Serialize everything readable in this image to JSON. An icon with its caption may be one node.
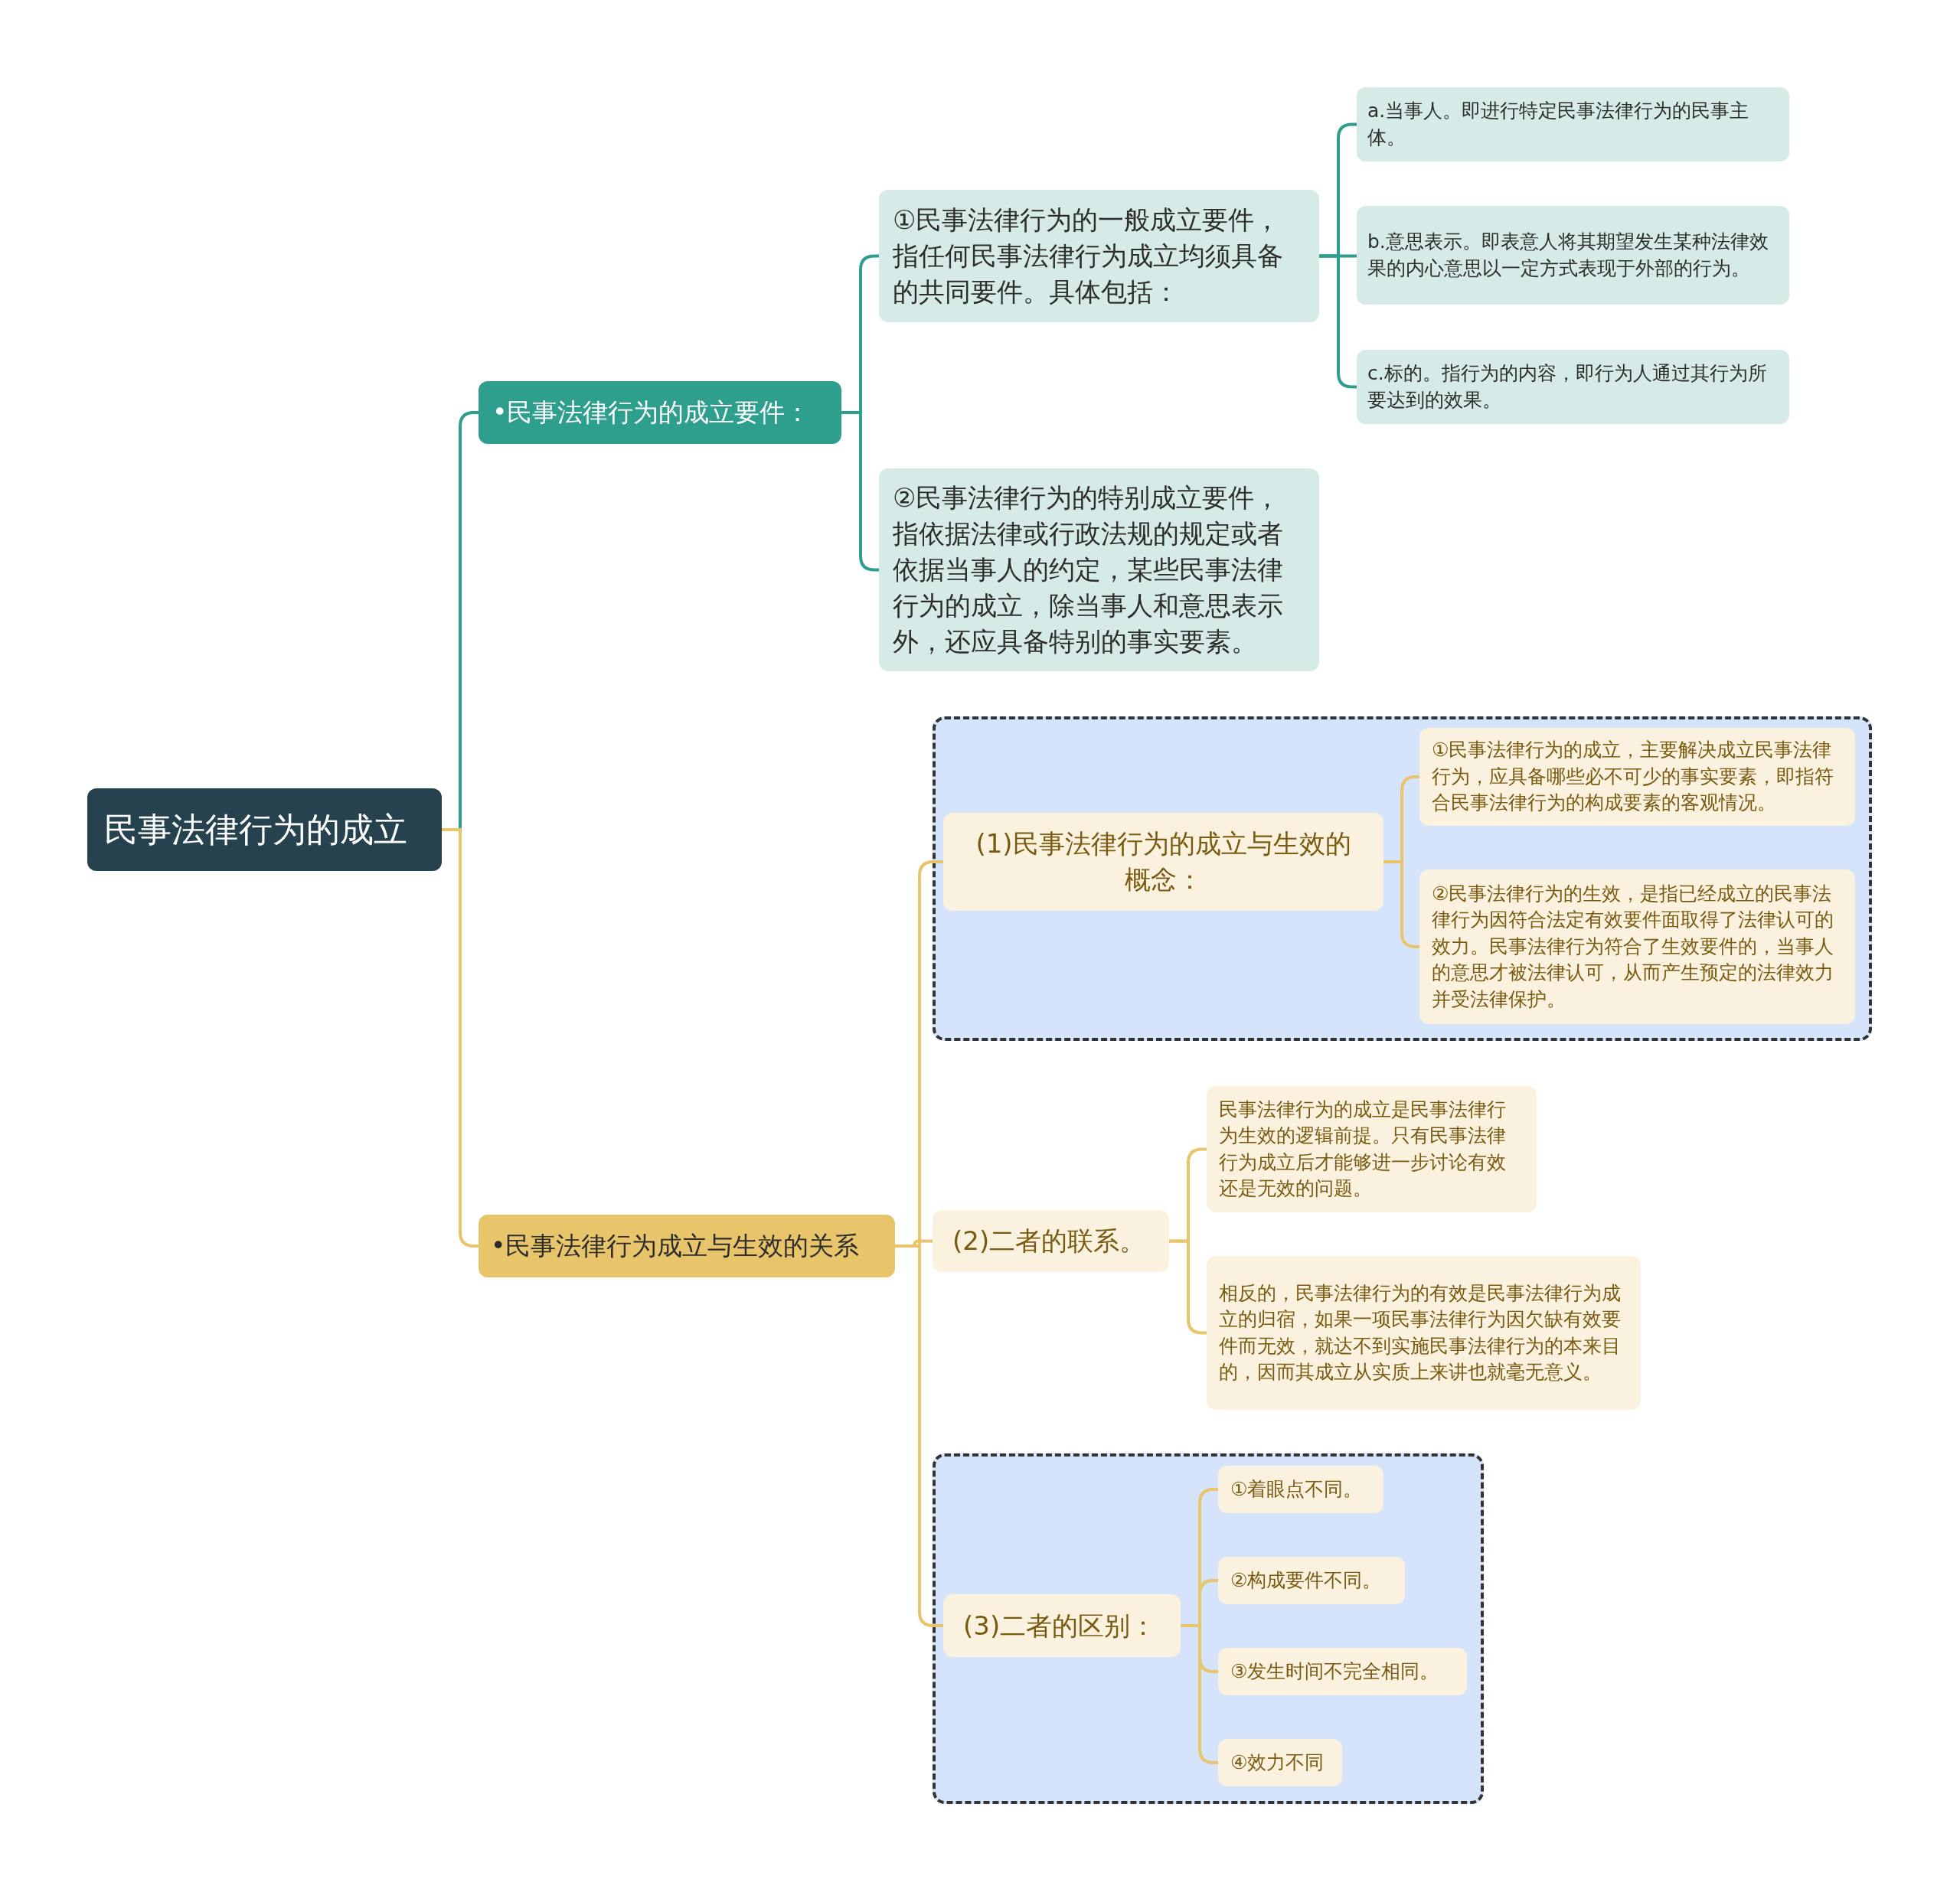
{
  "diagram": {
    "nodes": [
      {
        "text": [
          "民事法律行为的成立"
        ]
      },
      {
        "text": [
          "•民事法律行为的成立要件："
        ]
      },
      {
        "text": [
          "①民事法律行为的一般成立要件，指任何民事法律行为成立均须具备的共同要件。具体包括："
        ]
      },
      {
        "text": [
          "②民事法律行为的特别成立要件，指依据法律或行政法规的规定或者依据当事人的约定，某些民事法律行为的成立，除当事人和意思表示外，还应具备特别的事实要素。"
        ]
      },
      {
        "text": [
          "a.当事人。即进行特定民事法律行为的民事主体。"
        ]
      },
      {
        "text": [
          "b.意思表示。即表意人将其期望发生某种法律效果的内心意思以一定方式表现于外部的行为。"
        ]
      },
      {
        "text": [
          "c.标的。指行为的内容，即行为人通过其行为所要达到的效果。"
        ]
      },
      {
        "text": [
          "•民事法律行为成立与生效的关系"
        ]
      },
      {
        "text": [],
        "shape": "box"
      },
      {
        "text": [
          "(1)民事法律行为的成立与生效的概念："
        ],
        "in": 8
      },
      {
        "text": [
          "①民事法律行为的成立，主要解决成立民事法律行为，应具备哪些必不可少的事实要素，即指符合民事法律行为的构成要素的客观情况。"
        ],
        "in": 8
      },
      {
        "text": [
          "②民事法律行为的生效，是指已经成立的民事法律行为因符合法定有效要件面取得了法律认可的效力。民事法律行为符合了生效要件的，当事人的意思才被法律认可，从而产生预定的法律效力并受法律保护。"
        ],
        "in": 8
      },
      {
        "text": [
          "(2)二者的联系。"
        ]
      },
      {
        "text": [
          "民事法律行为的成立是民事法律行为生效的逻辑前提。只有民事法律行为成立后才能够进一步讨论有效还是无效的问题。"
        ]
      },
      {
        "text": [
          "相反的，民事法律行为的有效是民事法律行为成立的归宿，如果一项民事法律行为因欠缺有效要件而无效，就达不到实施民事法律行为的本来目的，因而其成立从实质上来讲也就毫无意义。"
        ]
      },
      {
        "text": [],
        "shape": "box"
      },
      {
        "text": [
          "(3)二者的区别："
        ],
        "in": 15
      },
      {
        "text": [
          "①着眼点不同。"
        ],
        "in": 15
      },
      {
        "text": [
          "②构成要件不同。"
        ],
        "in": 15
      },
      {
        "text": [
          "③发生时间不完全相同。"
        ],
        "in": 15
      },
      {
        "text": [
          "④效力不同"
        ],
        "in": 15
      }
    ],
    "edges": [
      {
        "from": 0,
        "to": 1,
        "arrow": "none",
        "color": "#2e9e8d"
      },
      {
        "from": 0,
        "to": 7,
        "arrow": "none"
      },
      {
        "from": 1,
        "to": 2,
        "arrow": "none",
        "color": "#2e9e8d"
      },
      {
        "from": 1,
        "to": 3,
        "arrow": "none",
        "color": "#2e9e8d"
      },
      {
        "from": 2,
        "to": 4,
        "arrow": "none",
        "color": "#2e9e8d"
      },
      {
        "from": 2,
        "to": 5,
        "arrow": "none",
        "color": "#2e9e8d"
      },
      {
        "from": 2,
        "to": 6,
        "arrow": "none",
        "color": "#2e9e8d"
      },
      {
        "from": 7,
        "to": 9,
        "arrow": "none"
      },
      {
        "from": 7,
        "to": 12,
        "arrow": "none"
      },
      {
        "from": 7,
        "to": 16,
        "arrow": "none"
      },
      {
        "from": 9,
        "to": 10,
        "arrow": "none"
      },
      {
        "from": 9,
        "to": 11,
        "arrow": "none"
      },
      {
        "from": 12,
        "to": 13,
        "arrow": "none"
      },
      {
        "from": 12,
        "to": 14,
        "arrow": "none"
      },
      {
        "from": 16,
        "to": 17,
        "arrow": "none"
      },
      {
        "from": 16,
        "to": 18,
        "arrow": "none"
      },
      {
        "from": 16,
        "to": 19,
        "arrow": "none"
      },
      {
        "from": 16,
        "to": 20,
        "arrow": "none"
      }
    ]
  }
}
